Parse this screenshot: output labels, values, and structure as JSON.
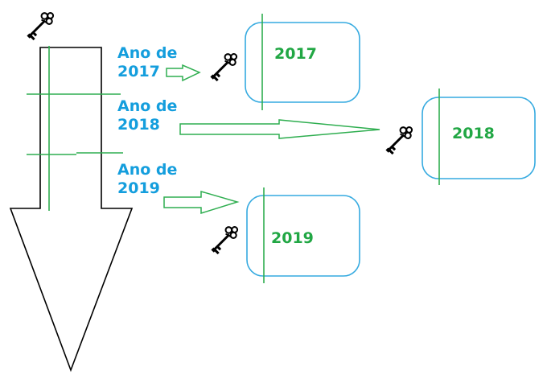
{
  "drawing": {
    "description": "Hand-made timeline drawing with a large black down arrow, green crossing lines, key clip-art icons and year boxes",
    "background": "#FFFFFF"
  },
  "colors": {
    "label_blue": "#149EDD",
    "line_green": "#2FAE50",
    "year_green": "#21A744",
    "box_border_blue": "#35AAE0",
    "ink_black": "#000000"
  },
  "timeline_labels": {
    "y2017": {
      "line1": "Ano de",
      "line2": "2017"
    },
    "y2018": {
      "line1": "Ano de",
      "line2": "2018"
    },
    "y2019": {
      "line1": "Ano de",
      "line2": "2019"
    }
  },
  "year_boxes": [
    {
      "year": "2017"
    },
    {
      "year": "2018"
    },
    {
      "year": "2019"
    }
  ],
  "icons": {
    "key": "skeleton-key-icon"
  }
}
